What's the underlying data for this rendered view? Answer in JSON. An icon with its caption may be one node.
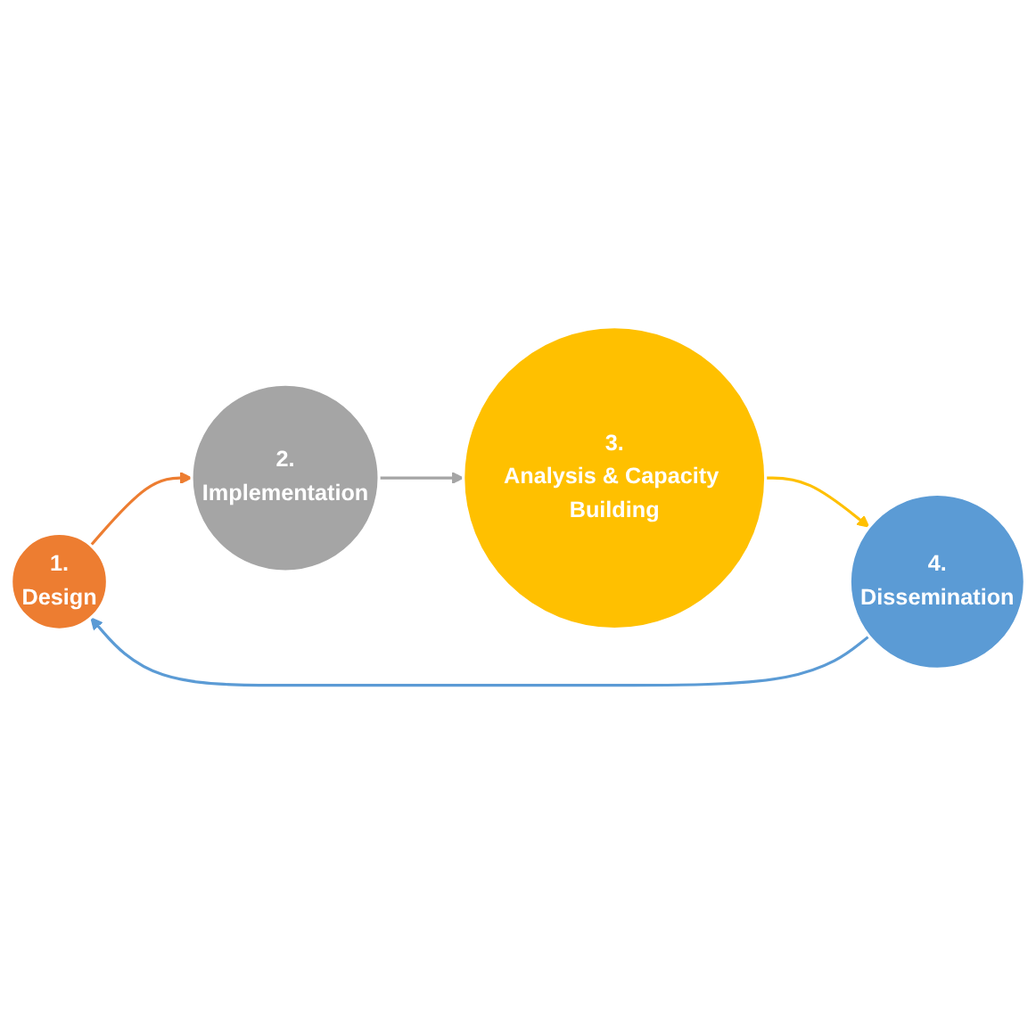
{
  "diagram": {
    "nodes": [
      {
        "text": [
          "1.",
          "Design"
        ]
      },
      {
        "text": [
          "2.",
          "Implementation"
        ]
      },
      {
        "text": [
          "3.",
          "Analysis & Capacity Building"
        ]
      },
      {
        "text": [
          "4.",
          "Dissemination"
        ]
      }
    ],
    "edges": [
      {
        "from": 0,
        "to": 1,
        "arrow": "to",
        "color": "#ed7d31"
      },
      {
        "from": 1,
        "to": 2,
        "arrow": "to",
        "color": "#a5a5a5"
      },
      {
        "from": 2,
        "to": 3,
        "arrow": "to",
        "color": "#ffc000"
      },
      {
        "from": 3,
        "to": 0,
        "arrow": "to",
        "color": "#5b9bd5"
      }
    ]
  }
}
